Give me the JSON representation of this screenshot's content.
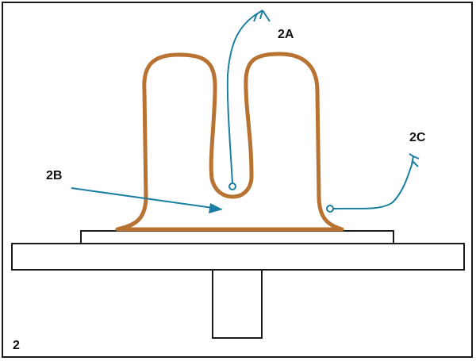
{
  "figure": {
    "number": "2"
  },
  "labels": {
    "a": "2A",
    "b": "2B",
    "c": "2C"
  },
  "colors": {
    "outline": "#1a1a1a",
    "sensor": "#b87333",
    "probe": "#1a7fa0"
  }
}
